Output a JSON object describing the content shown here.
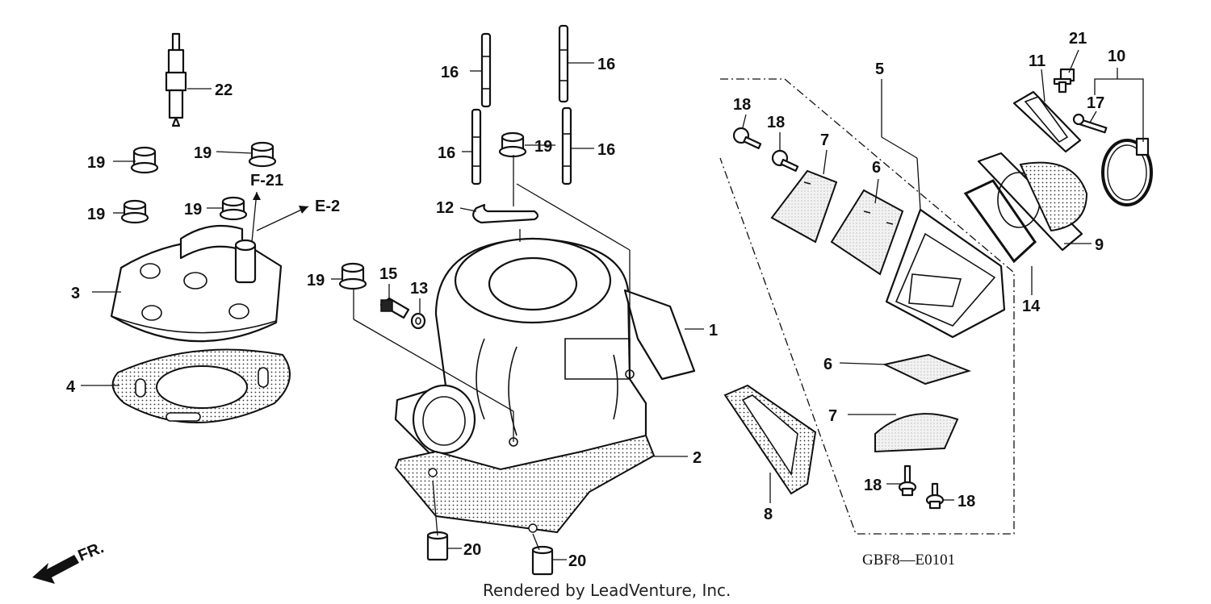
{
  "diagram": {
    "code": "GBF8—E0101",
    "credit": "Rendered by LeadVenture, Inc.",
    "fr_label": "FR.",
    "refs": {
      "f21": "F-21",
      "e2": "E-2"
    },
    "callouts": {
      "c1": "1",
      "c2": "2",
      "c3": "3",
      "c4": "4",
      "c5": "5",
      "c6a": "6",
      "c6b": "6",
      "c7a": "7",
      "c7b": "7",
      "c8": "8",
      "c9": "9",
      "c10": "10",
      "c11": "11",
      "c12": "12",
      "c13": "13",
      "c14": "14",
      "c15": "15",
      "c16a": "16",
      "c16b": "16",
      "c16c": "16",
      "c16d": "16",
      "c17": "17",
      "c18a": "18",
      "c18b": "18",
      "c18c": "18",
      "c18d": "18",
      "c19a": "19",
      "c19b": "19",
      "c19c": "19",
      "c19d": "19",
      "c19e": "19",
      "c19f": "19",
      "c20a": "20",
      "c20b": "20",
      "c21": "21",
      "c22": "22"
    }
  }
}
